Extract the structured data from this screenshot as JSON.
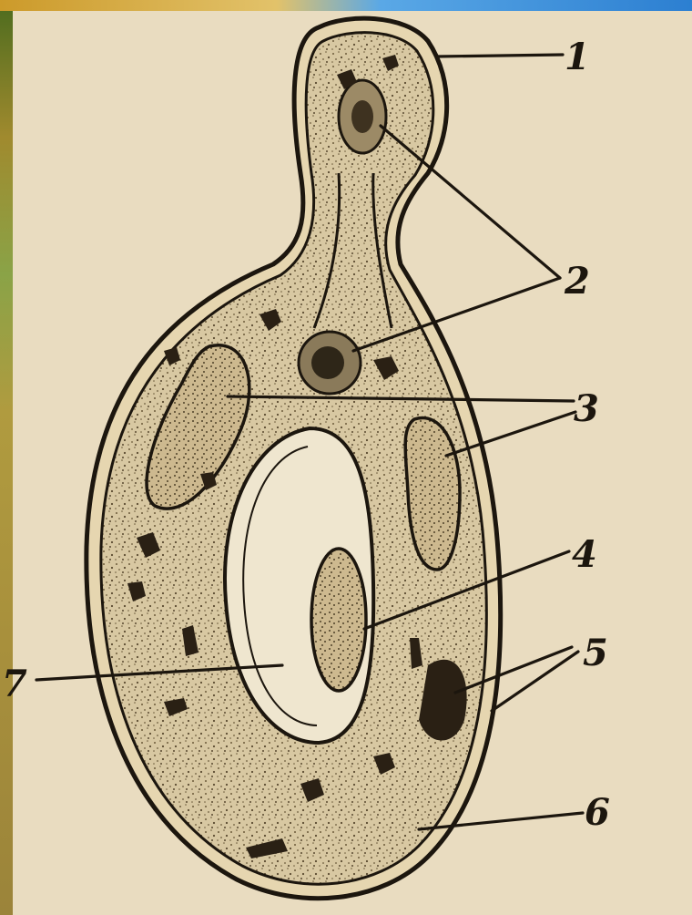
{
  "labels": {
    "l1": "1",
    "l2": "2",
    "l3": "3",
    "l4": "4",
    "l5": "5",
    "l6": "6",
    "l7": "7"
  },
  "colors": {
    "paper": "#e9dcc0",
    "ink": "#1c160e",
    "cytoplasm": "#d9caa6",
    "vacuole": "#efe6cf",
    "left_strip": "#b2903a",
    "top_strip": "#3b8fd9"
  }
}
